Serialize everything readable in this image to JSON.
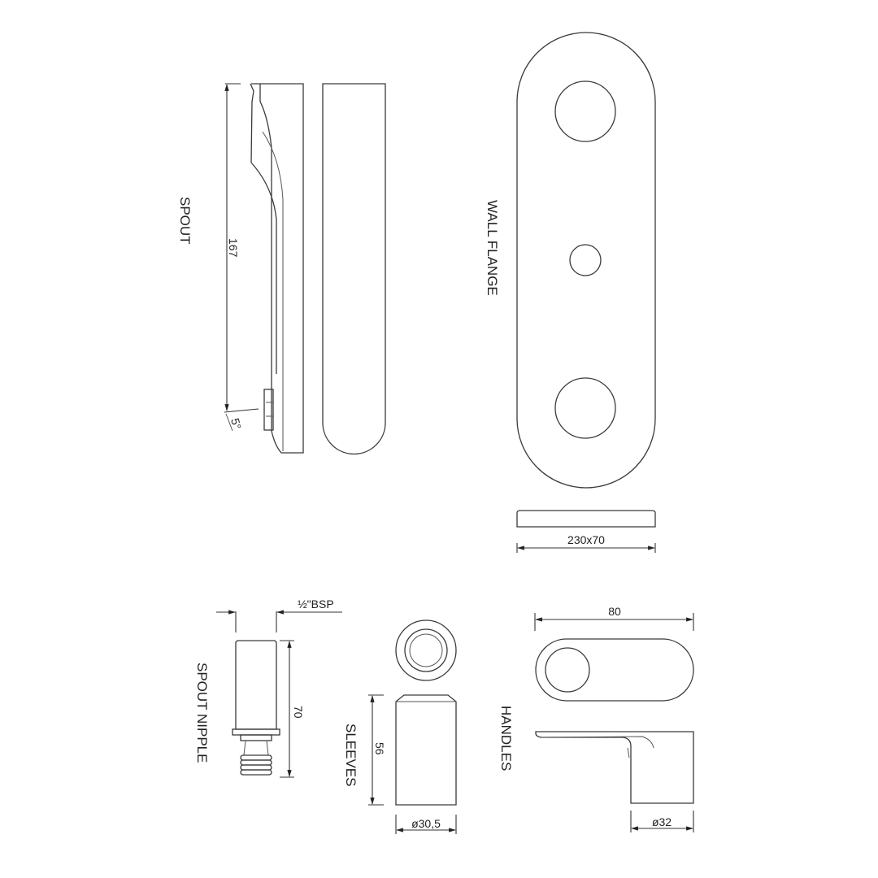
{
  "drawing": {
    "line_color": "#3a3a3a",
    "background": "#ffffff"
  },
  "spout": {
    "label": "SPOUT",
    "length_dim": "167",
    "angle_dim": "5°"
  },
  "wall_flange": {
    "label": "WALL FLANGE",
    "size_dim": "230x70"
  },
  "spout_nipple": {
    "label": "SPOUT NIPPLE",
    "thread_dim": "½\"BSP",
    "length_dim": "70"
  },
  "sleeves": {
    "label": "SLEEVES",
    "height_dim": "56",
    "diameter_dim": "ø30,5"
  },
  "handles": {
    "label": "HANDLES",
    "length_dim": "80",
    "diameter_dim": "ø32"
  }
}
